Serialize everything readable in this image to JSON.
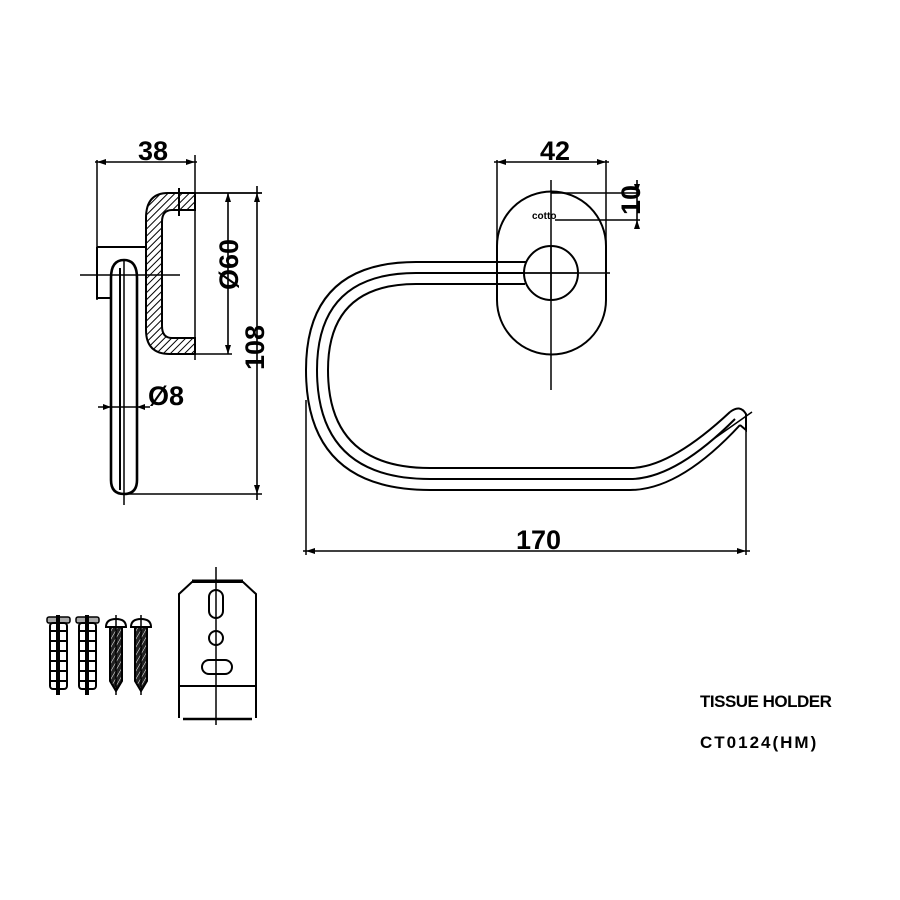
{
  "drawing": {
    "title": "TISSUE HOLDER",
    "model_code": "CT0124(HM)",
    "brand_mark": "cotto"
  },
  "side_view": {
    "dimensions": {
      "depth": "38",
      "flange_diameter": "Ø60",
      "height": "108",
      "rod_diameter": "Ø8"
    }
  },
  "front_view": {
    "dimensions": {
      "flange_width": "42",
      "logo_offset": "10",
      "overall_width": "170"
    }
  },
  "accessories": {
    "wall_plugs_count": 2,
    "screws_count": 2,
    "mounting_bracket": "mounting-bracket"
  }
}
